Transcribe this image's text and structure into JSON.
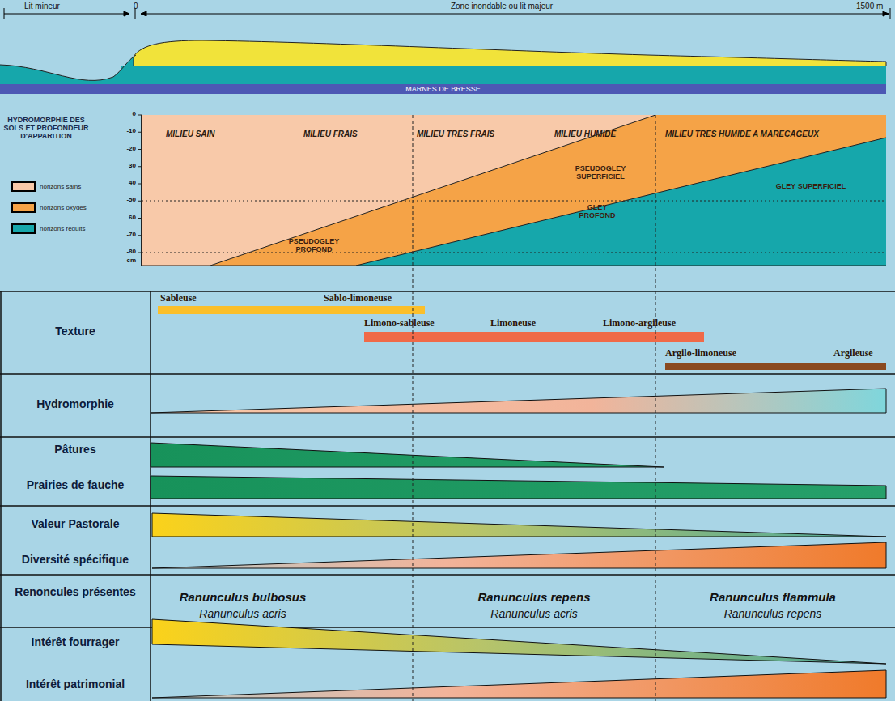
{
  "diagram": {
    "nodes": [
      {
        "text": [
          "MARNES DE BRESSE"
        ]
      }
    ],
    "labels": [
      "Lit mineur",
      "0",
      "Zone inondable  ou lit majeur",
      "1500 m",
      "HYDROMORPHIE DES SOLS ET PROFONDEUR D'APPARITION",
      "0",
      "-10",
      "-20",
      "30",
      "40",
      "-50",
      "60",
      "-70",
      "-80",
      "cm",
      "MILIEU SAIN",
      "MILIEU FRAIS",
      "MILIEU TRES FRAIS",
      "MILIEU HUMIDE",
      "MILIEU TRES HUMIDE A MARECAGEUX",
      "PSEUDOGLEY PROFOND",
      "PSEUDOGLEY SUPERFICIEL",
      "GLEY PROFOND",
      "GLEY SUPERFICIEL",
      "Texture",
      "Sableuse",
      "Sablo-limoneuse",
      "Limono-sableuse",
      "Limoneuse",
      "Limono-argileuse",
      "Argilo-limoneuse",
      "Argileuse",
      "Hydromorphie",
      "Pâtures",
      "Prairies de fauche",
      "Valeur Pastorale",
      "Diversité spécifique",
      "Renoncules présentes",
      "Ranunculus bulbosus",
      "Ranunculus acris",
      "Ranunculus repens",
      "Ranunculus acris",
      "Ranunculus flammula",
      "Ranunculus repens",
      "Intérêt fourrager",
      "Intérêt patrimonial"
    ],
    "legend": [
      {
        "text": "horizons sains",
        "color": "#f8c9a9"
      },
      {
        "text": "horizons oxydés",
        "color": "#f5a347"
      },
      {
        "text": "horizons réduits",
        "color": "#16a7ab"
      }
    ]
  }
}
